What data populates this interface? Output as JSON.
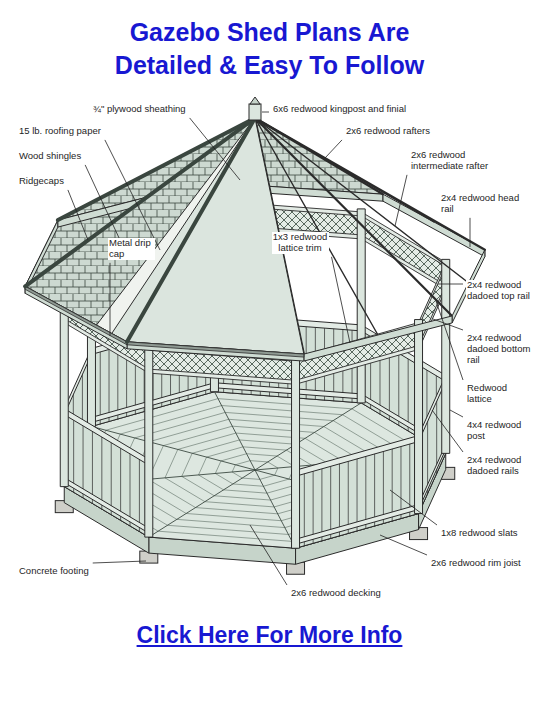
{
  "diagram": {
    "title": "Gazebo Shed Plans Are Detailed & Easy To Follow",
    "caption": "Click Here For More Info",
    "labels": [
      "¾\" plywood sheathing",
      "6x6 redwood kingpost and finial",
      "15 lb. roofing paper",
      "2x6 redwood rafters",
      "Wood shingles",
      "2x6 redwood intermediate rafter",
      "Ridgecaps",
      "2x4 redwood head rail",
      "1x3 redwood lattice trim",
      "Metal drip cap",
      "2x4 redwood dadoed top rail",
      "2x4 redwood dadoed bottom rail",
      "Redwood lattice",
      "4x4 redwood post",
      "2x4 redwood dadoed rails",
      "1x8 redwood slats",
      "2x6 redwood rim joist",
      "Concrete footing",
      "2x6 redwood decking"
    ]
  }
}
